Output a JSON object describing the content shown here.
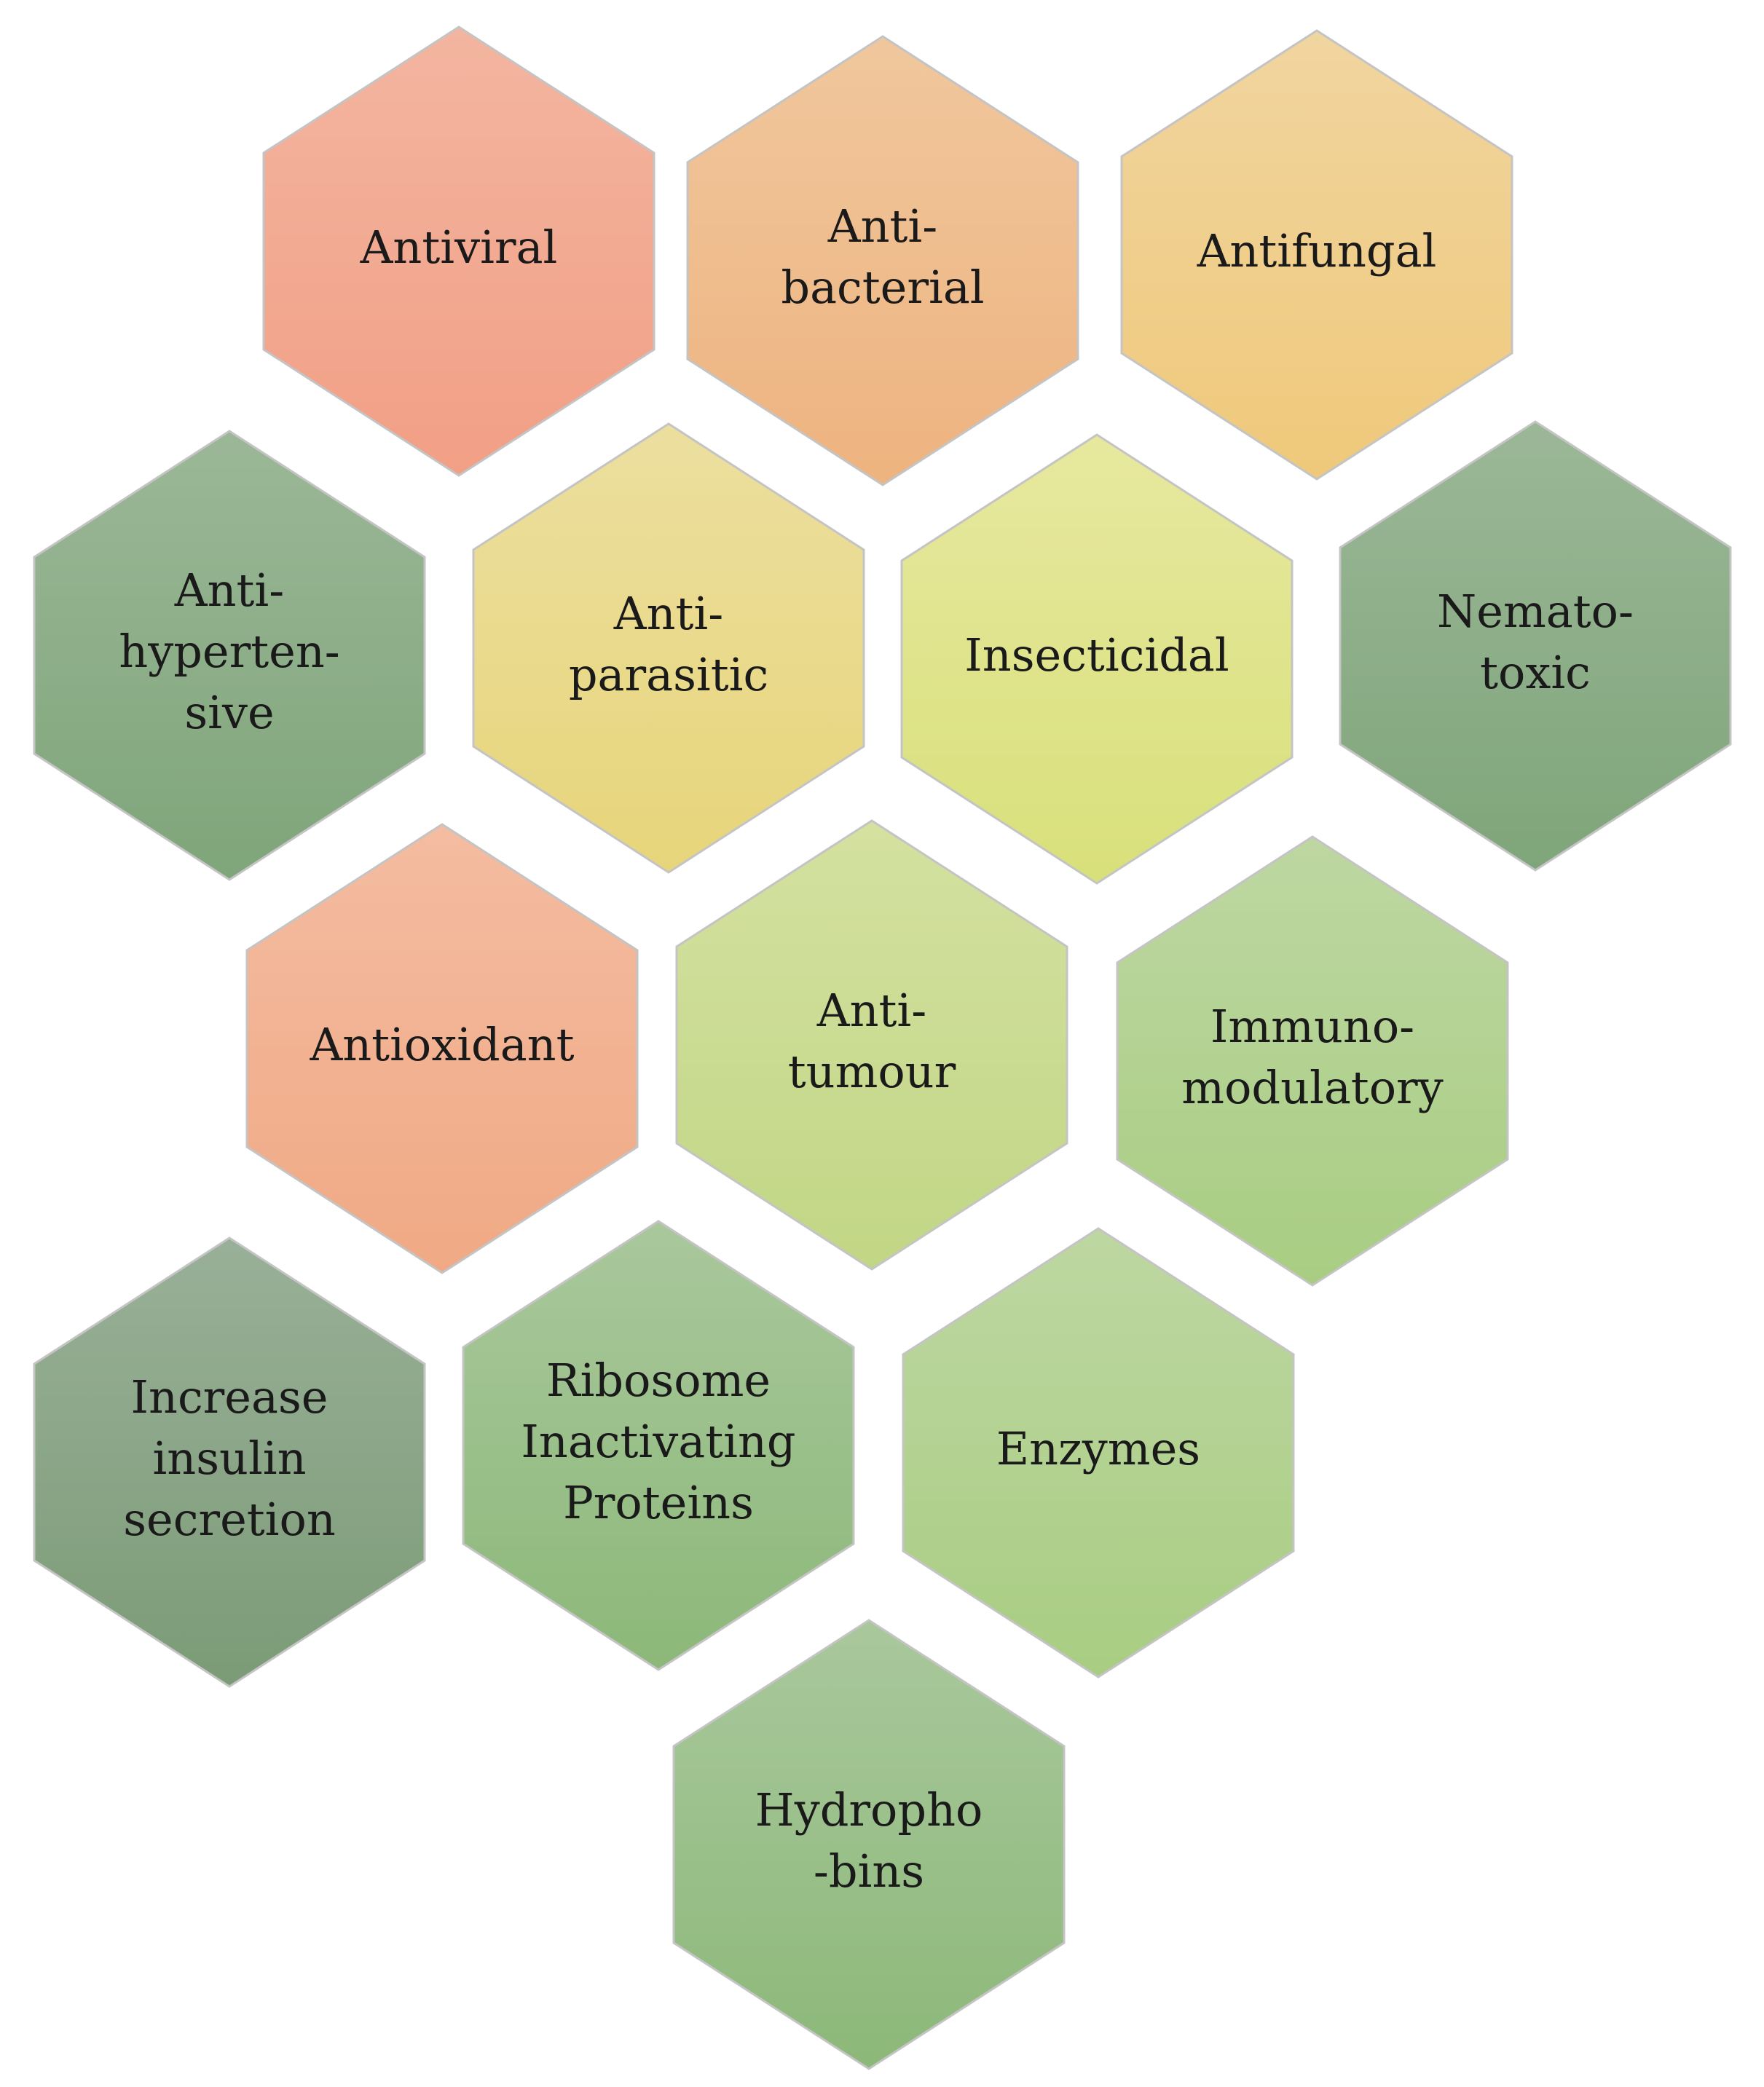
{
  "diagram": {
    "hexagons": [
      {
        "id": "antiviral",
        "lines": [
          "Antiviral"
        ],
        "palette": "salmon"
      },
      {
        "id": "antibacterial",
        "lines": [
          "Anti-",
          "bacterial"
        ],
        "palette": "peach"
      },
      {
        "id": "antifungal",
        "lines": [
          "Antifungal"
        ],
        "palette": "apricot"
      },
      {
        "id": "antihypertensive",
        "lines": [
          "Anti-",
          "hyperten-",
          "sive"
        ],
        "palette": "sage-dark"
      },
      {
        "id": "antiparasitic",
        "lines": [
          "Anti-",
          "parasitic"
        ],
        "palette": "sand"
      },
      {
        "id": "insecticidal",
        "lines": [
          "Insecticidal"
        ],
        "palette": "lime-pale"
      },
      {
        "id": "nematotoxic",
        "lines": [
          "Nemato-",
          "toxic"
        ],
        "palette": "sage-dark"
      },
      {
        "id": "antioxidant",
        "lines": [
          "Antioxidant"
        ],
        "palette": "salmon-light"
      },
      {
        "id": "antitumour",
        "lines": [
          "Anti-",
          "tumour"
        ],
        "palette": "lime"
      },
      {
        "id": "immunomodulatory",
        "lines": [
          "Immuno-",
          "modulatory"
        ],
        "palette": "green-light"
      },
      {
        "id": "increase-insulin-secretion",
        "lines": [
          "Increase",
          "insulin",
          "secretion"
        ],
        "palette": "sage-darker"
      },
      {
        "id": "ribosome-inactivating-proteins",
        "lines": [
          "Ribosome",
          "Inactivating",
          "Proteins"
        ],
        "palette": "green"
      },
      {
        "id": "enzymes",
        "lines": [
          "Enzymes"
        ],
        "palette": "green-light"
      },
      {
        "id": "hydrophobins",
        "lines": [
          "Hydropho",
          "-bins"
        ],
        "palette": "green"
      }
    ],
    "palettes": {
      "salmon": [
        "#f3b5a0",
        "#f29f85"
      ],
      "peach": [
        "#f0c79d",
        "#eeb37f"
      ],
      "apricot": [
        "#f1d5a0",
        "#efc97a"
      ],
      "sage-dark": [
        "#9bb797",
        "#7fa57a"
      ],
      "sand": [
        "#ecdf9f",
        "#e7d57a"
      ],
      "lime-pale": [
        "#e7e89f",
        "#d8e07a"
      ],
      "salmon-light": [
        "#f4bca1",
        "#f0a984"
      ],
      "lime": [
        "#d4e1a0",
        "#c1d685"
      ],
      "green-light": [
        "#bed7a2",
        "#a8cd82"
      ],
      "sage-darker": [
        "#99b098",
        "#7b9b76"
      ],
      "green": [
        "#a9c89c",
        "#8cb879"
      ]
    }
  }
}
